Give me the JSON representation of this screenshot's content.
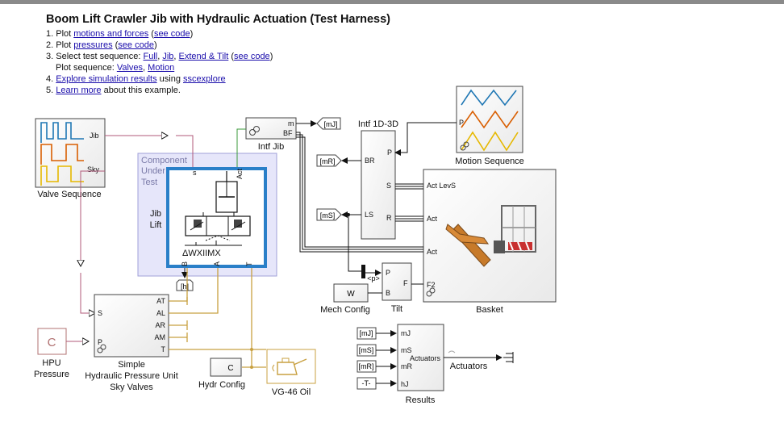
{
  "title": "Boom Lift Crawler Jib with Hydraulic Actuation (Test Harness)",
  "steps": [
    {
      "num": "1.",
      "pre": "Plot ",
      "l1": "motions and forces",
      "mid": " (",
      "l2": "see code",
      "post": ")"
    },
    {
      "num": "2.",
      "pre": "Plot ",
      "l1": "pressures",
      "mid": " (",
      "l2": "see code",
      "post": ")"
    },
    {
      "num": "3.",
      "pre": "Select test sequence: ",
      "l1": "Full",
      "s1": ", ",
      "l2": "Jib",
      "s2": ", ",
      "l3": "Extend & Tilt",
      "mid": " (",
      "l4": "see code",
      "post": ")"
    },
    {
      "pre": "Plot sequence: ",
      "l1": "Valves",
      "s1": ", ",
      "l2": "Motion"
    },
    {
      "num": "4.",
      "l1": "Explore simulation results",
      "mid": " using ",
      "l2": "sscexplore"
    },
    {
      "num": "5.",
      "l1": "Learn more",
      "post": " about this example."
    }
  ],
  "blocks": {
    "valve_sequence": {
      "label": "Valve Sequence",
      "port_jib": "Jib",
      "port_sky": "Sky"
    },
    "component_under_test": {
      "label_l1": "Component",
      "label_l2": "Under",
      "label_l3": "Test"
    },
    "jib_lift": {
      "label_l1": "Jib",
      "label_l2": "Lift",
      "port_s": "s",
      "port_act": "Act",
      "port_b": "B",
      "port_a": "A",
      "port_t": "T"
    },
    "intf_jib": {
      "label": "Intf Jib",
      "port_m": "m",
      "port_bf": "BF"
    },
    "goto_mj": "[mJ]",
    "intf_1d3d": {
      "label": "Intf 1D-3D",
      "port_p": "P",
      "port_br": "BR",
      "port_s": "S",
      "port_ls": "LS",
      "port_r": "R"
    },
    "from_mr": "[mR]",
    "from_ms": "[mS]",
    "motion_sequence": {
      "label": "Motion Sequence",
      "port_p": "P"
    },
    "basket": {
      "label": "Basket",
      "port_act_levs": "Act LevS",
      "port_act1": "Act",
      "port_act2": "Act",
      "port_f2": "F2"
    },
    "goto_h": "[h]",
    "bus_label": "<p>",
    "mech_config": {
      "label": "Mech Config",
      "glyph": "W"
    },
    "tilt": {
      "label": "Tilt",
      "port_p": "P",
      "port_b": "B",
      "port_f": "F"
    },
    "hpu_pressure": {
      "label_l1": "HPU",
      "label_l2": "Pressure",
      "glyph": "C"
    },
    "simple_hpu": {
      "label_l1": "Simple",
      "label_l2": "Hydraulic Pressure Unit",
      "label_l3": "Sky Valves",
      "ports_left": [
        "S",
        "P"
      ],
      "ports_right": [
        "AT",
        "AL",
        "AR",
        "AM",
        "T"
      ]
    },
    "hydr_config": {
      "label": "Hydr Config",
      "glyph": "C"
    },
    "oil": {
      "label": "VG-46 Oil"
    },
    "results": {
      "label": "Results",
      "center": "Actuators",
      "ports": [
        "mJ",
        "mS",
        "mR",
        "hJ"
      ],
      "inputs": [
        "[mJ]",
        "[mS]",
        "[mR]",
        "-T-"
      ]
    },
    "actuators_label": "Actuators"
  },
  "colors": {
    "signal": "#111111",
    "hydraulic": "#c8a040",
    "mech_green": "#3a9a3a",
    "subsystem_fill": "#e6e6fa",
    "subsystem_border": "#a0a0d8",
    "highlight": "#2a7fc8",
    "link": "#1a0dab"
  }
}
